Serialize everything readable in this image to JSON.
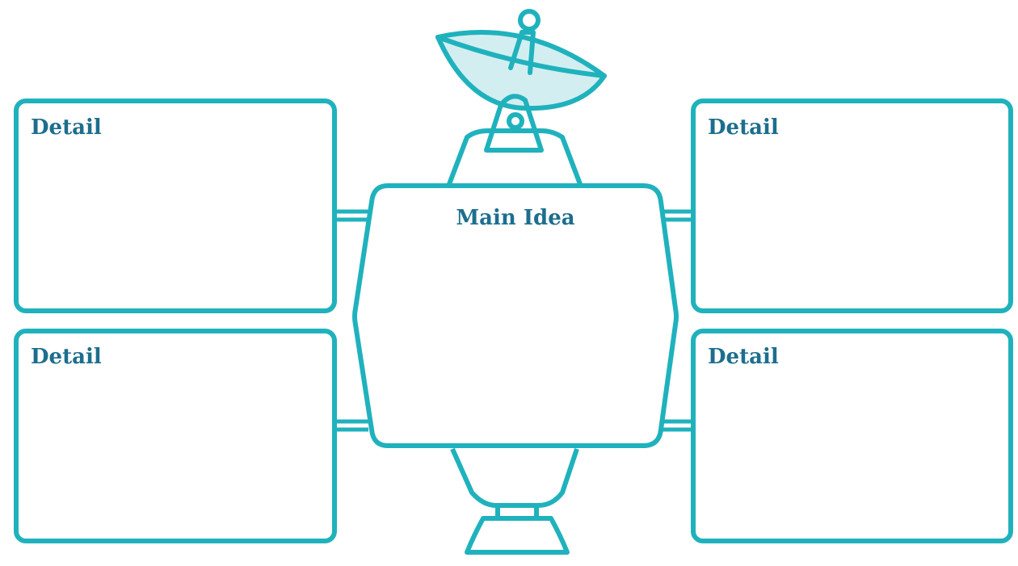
{
  "diagram": {
    "main_idea_label": "Main Idea",
    "detail_labels": [
      "Detail",
      "Detail",
      "Detail",
      "Detail"
    ]
  },
  "colors": {
    "stroke": "#1fb2bd",
    "label_text": "#1d6e8e",
    "dish_fill": "#d3eef0",
    "background": "#ffffff"
  }
}
